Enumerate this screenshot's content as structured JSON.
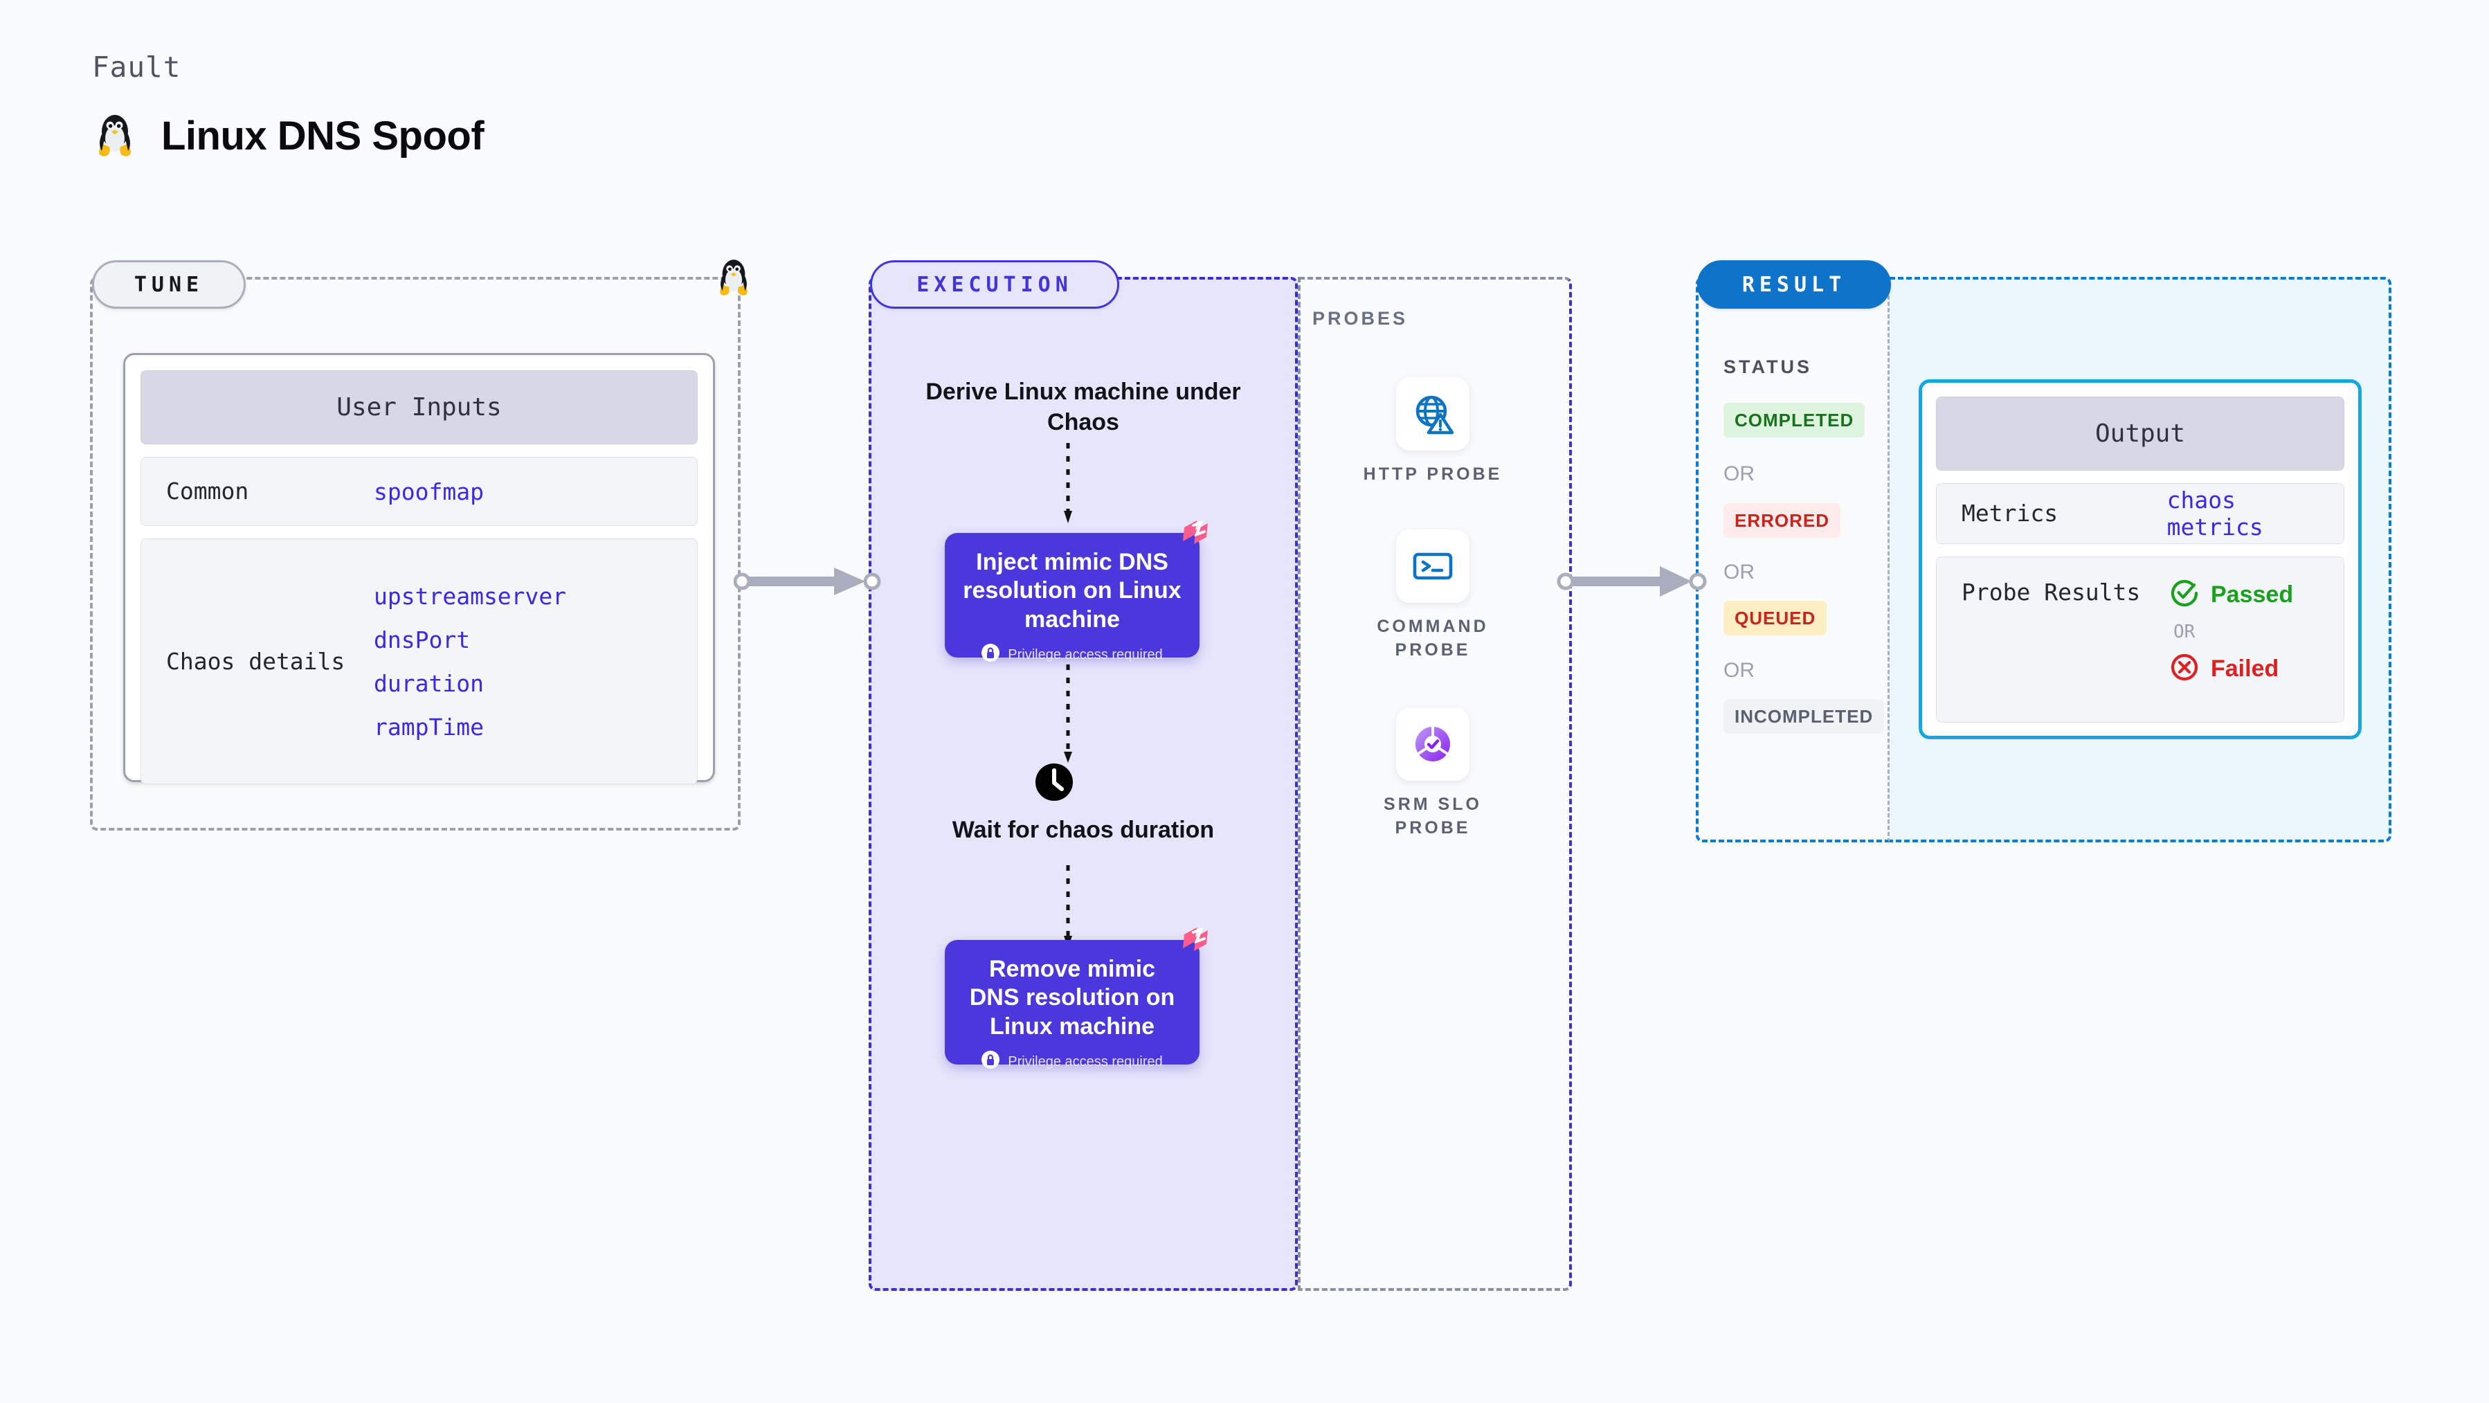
{
  "header": {
    "fault_label": "Fault",
    "title": "Linux DNS Spoof",
    "icon": "linux-penguin-icon"
  },
  "tune": {
    "pill_label": "TUNE",
    "card_title": "User Inputs",
    "rows": [
      {
        "key": "Common",
        "values": [
          "spoofmap"
        ]
      },
      {
        "key": "Chaos details",
        "values": [
          "upstreamserver",
          "dnsPort",
          "duration",
          "rampTime"
        ]
      }
    ]
  },
  "execution": {
    "pill_label": "EXECUTION",
    "derive_heading": "Derive Linux machine under Chaos",
    "inject_box": {
      "title": "Inject mimic DNS resolution on Linux machine",
      "sub": "Privilege access required",
      "badge_icon": "harness-logo-icon",
      "lock_icon": "lock-icon"
    },
    "wait_heading": "Wait for chaos duration",
    "wait_icon": "clock-icon",
    "remove_box": {
      "title": "Remove mimic DNS resolution on Linux machine",
      "sub": "Privilege access required",
      "badge_icon": "harness-logo-icon",
      "lock_icon": "lock-icon"
    }
  },
  "probes": {
    "label": "PROBES",
    "items": [
      {
        "label": "HTTP PROBE",
        "icon": "globe-warning-icon"
      },
      {
        "label": "COMMAND PROBE",
        "icon": "terminal-icon"
      },
      {
        "label": "SRM SLO PROBE",
        "icon": "slo-check-icon"
      }
    ]
  },
  "result": {
    "pill_label": "RESULT",
    "status_label": "STATUS",
    "or_label": "OR",
    "statuses": [
      {
        "label": "COMPLETED",
        "bg": "#dff4de",
        "fg": "#17731b"
      },
      {
        "label": "ERRORED",
        "bg": "#fdeceb",
        "fg": "#c8241b"
      },
      {
        "label": "QUEUED",
        "bg": "#fdeec4",
        "fg": "#c8241b"
      },
      {
        "label": "INCOMPLETED",
        "bg": "#f1f2f6",
        "fg": "#596070"
      }
    ]
  },
  "output": {
    "card_title": "Output",
    "metrics_key": "Metrics",
    "metrics_value": "chaos metrics",
    "probe_results_key": "Probe Results",
    "passed_label": "Passed",
    "failed_label": "Failed",
    "or_label": "OR",
    "passed_icon": "check-circle-icon",
    "failed_icon": "x-circle-icon"
  },
  "colors": {
    "accent_purple": "#4a38dd",
    "accent_blue": "#0f73c9",
    "accent_cyan": "#12a7e3",
    "harness_pink": "#ff5e8a",
    "code_text": "#3a28e8",
    "tune_border": "#9aa0ae"
  }
}
